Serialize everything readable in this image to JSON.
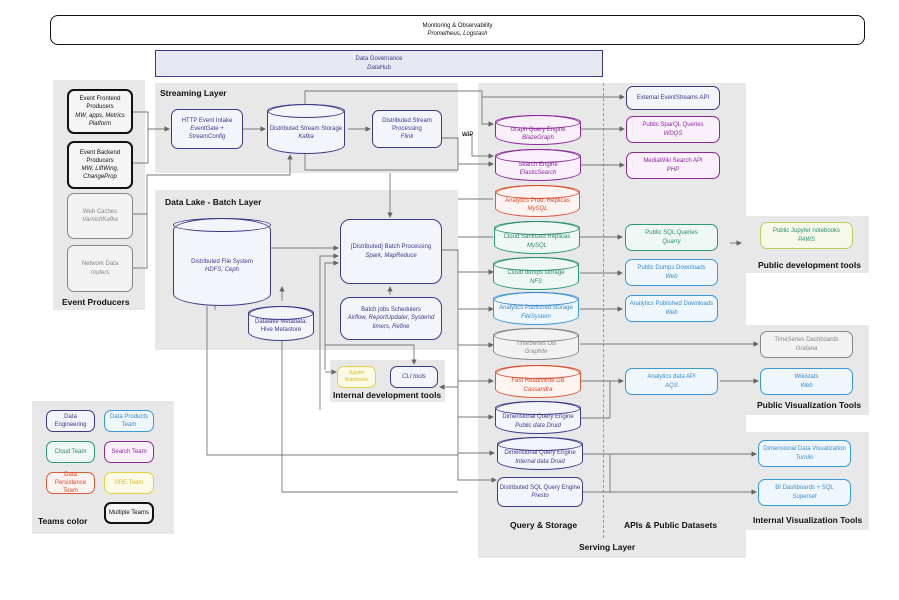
{
  "monitoring": {
    "title": "Monitoring & Observability",
    "tools": "Prometheus, Logstash"
  },
  "governance": {
    "title": "Data Governance",
    "tools": "DataHub"
  },
  "event_producers": {
    "label": "Event Producers",
    "items": [
      {
        "title": "Event Frontend Producers",
        "tools": "MW, apps, Metrics Platform"
      },
      {
        "title": "Event Backend Producers",
        "tools": "MW, LiftWing, ChangeProp"
      },
      {
        "title": "Web Caches",
        "tools": "VarnishKafka"
      },
      {
        "title": "Network Data",
        "tools": "routers"
      }
    ]
  },
  "streaming": {
    "label": "Streaming Layer",
    "intake": {
      "title": "HTTP Event Intake",
      "tools": "EventGate + StreamConfig"
    },
    "storage": {
      "title": "Distributed Stream Storage",
      "tools": "Kafka"
    },
    "processing": {
      "title": "Distributed Stream Processing",
      "tools": "Flink"
    }
  },
  "batch": {
    "label": "Data Lake - Batch Layer",
    "dfs": {
      "title": "Distributed File System",
      "tools": "HDFS, Ceph"
    },
    "processing": {
      "title": "[Distributed] Batch Processing",
      "tools": "Spark, MapReduce"
    },
    "schedulers": {
      "title": "Batch jobs Schedulers",
      "tools": "Airflow, ReportUpdater, Systemd timers, Refine"
    },
    "metastore": {
      "title": "Datalake Metadata:",
      "tools": "Hive Metastore"
    }
  },
  "internal_dev": {
    "label": "Internal development tools",
    "jupyter": "Jupyter Notebooks",
    "cli": "CLI tools"
  },
  "wip_label": "WIP",
  "serving": {
    "label": "Serving Layer",
    "query_label": "Query & Storage",
    "api_label": "APIs & Public Datasets",
    "stores": [
      {
        "title": "Graph Query Engine",
        "tools": "BlazeGraph"
      },
      {
        "title": "Search Engine",
        "tools": "ElasticSearch"
      },
      {
        "title": "Analytics Prod. Replicas",
        "tools": "MySQL"
      },
      {
        "title": "Cloud Sanitized Replicas",
        "tools": "MySQL"
      },
      {
        "title": "Cloud dumps storage",
        "tools": "NFS"
      },
      {
        "title": "Analytics Published storage",
        "tools": "FileSystem"
      },
      {
        "title": "TimeSeries DB",
        "tools": "Graphite"
      },
      {
        "title": "Fast Read/Write DB",
        "tools": "Cassandra"
      },
      {
        "title": "Dimensional Query Engine",
        "tools": "Public data Druid"
      },
      {
        "title": "Dimensional Query Engine",
        "tools": "Internal data Druid"
      },
      {
        "title": "Distributed SQL Query Engine",
        "tools": "Presto"
      }
    ],
    "apis": [
      {
        "title": "External EventStreams API",
        "tools": ""
      },
      {
        "title": "Public SparQL Queries",
        "tools": "WDQS"
      },
      {
        "title": "MediaWiki Search API",
        "tools": "PHP"
      },
      {
        "title": "Public SQL Queries",
        "tools": "Quarry"
      },
      {
        "title": "Public Dumps Downloads",
        "tools": "Web"
      },
      {
        "title": "Analytics Published Downloads",
        "tools": "Web"
      },
      {
        "title": "Analytics data API",
        "tools": "AQS"
      }
    ]
  },
  "public_dev": {
    "label": "Public development tools",
    "item": {
      "title": "Public Jupyter notebooks",
      "tools": "PAWS"
    }
  },
  "public_viz": {
    "label": "Public  Visualization Tools",
    "items": [
      {
        "title": "TimeSeries Dashboards",
        "tools": "Grafana"
      },
      {
        "title": "Wikistats",
        "tools": "Web"
      }
    ]
  },
  "internal_viz": {
    "label": "Internal Visualization Tools",
    "items": [
      {
        "title": "Dimensional Data Visualization",
        "tools": "Turnilo"
      },
      {
        "title": "BI Dashboards + SQL",
        "tools": "Superset"
      }
    ]
  },
  "teams": {
    "label": "Teams color",
    "items": [
      "Data Engineering",
      "Data Products Team",
      "Cloud Team",
      "Search Team",
      "Data Persistence Team",
      "SRE Team",
      "Multiple Teams"
    ],
    "colors": {
      "data_engineering": "#3b3b8a",
      "data_products": "#3a9ad9",
      "cloud": "#2a9a7a",
      "search": "#8a2a9a",
      "data_persistence": "#e05a3a",
      "sre": "#e8d040",
      "multiple": "#111111"
    }
  }
}
